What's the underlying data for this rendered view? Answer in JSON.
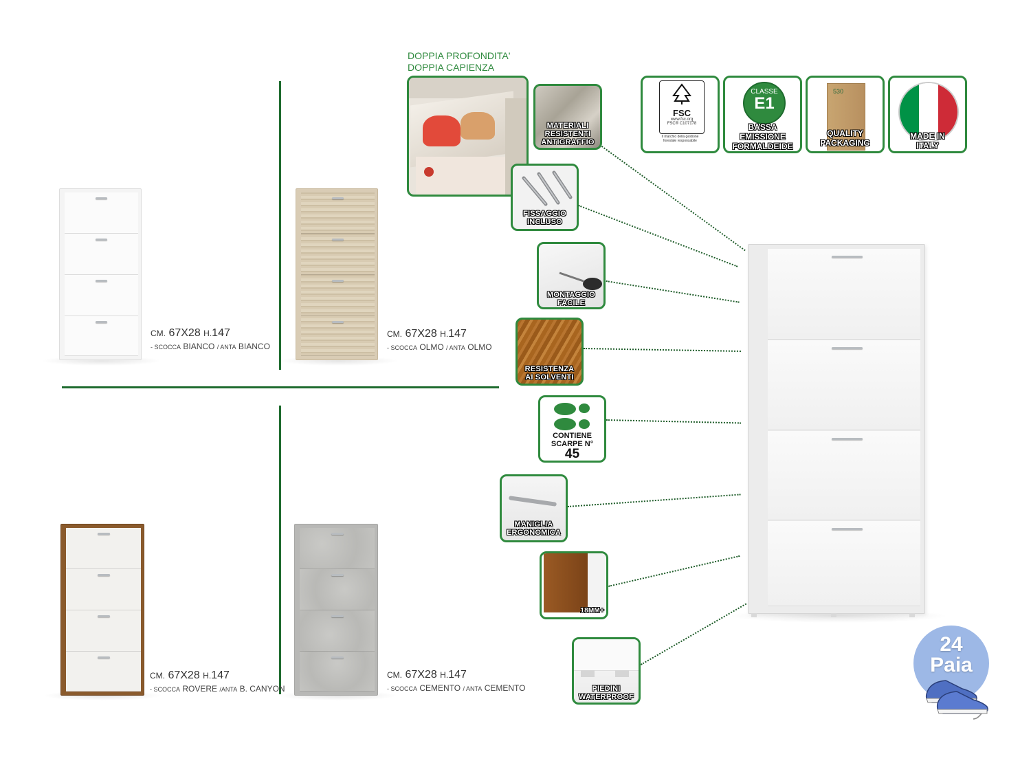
{
  "header": {
    "deep_line1": "DOPPIA PROFONDITA'",
    "deep_line2": "DOPPIA CAPIENZA"
  },
  "variants": [
    {
      "dim_cm": "CM.",
      "dim_size": "67X28",
      "dim_h": "H.",
      "dim_height": "147",
      "sub_scocca": "- SCOCCA",
      "sub_body": "BIANCO",
      "sub_anta": "/ ANTA",
      "sub_door": "BIANCO"
    },
    {
      "dim_cm": "CM.",
      "dim_size": "67X28",
      "dim_h": "H.",
      "dim_height": "147",
      "sub_scocca": "- SCOCCA",
      "sub_body": "OLMO",
      "sub_anta": "/ ANTA",
      "sub_door": "OLMO"
    },
    {
      "dim_cm": "CM.",
      "dim_size": "67X28",
      "dim_h": "H.",
      "dim_height": "147",
      "sub_scocca": "- SCOCCA",
      "sub_body": "ROVERE",
      "sub_anta": "/ANTA",
      "sub_door": "B. CANYON"
    },
    {
      "dim_cm": "CM.",
      "dim_size": "67X28",
      "dim_h": "H.",
      "dim_height": "147",
      "sub_scocca": "- SCOCCA",
      "sub_body": "CEMENTO",
      "sub_anta": "/ ANTA",
      "sub_door": "CEMENTO"
    }
  ],
  "features": {
    "materiali": [
      "MATERIALI",
      "RESISTENTI",
      "ANTIGRAFFIO"
    ],
    "fissaggio": [
      "FISSAGGIO",
      "INCLUSO"
    ],
    "montaggio": [
      "MONTAGGIO",
      "FACILE"
    ],
    "resistenza": [
      "RESISTENZA",
      "AI SOLVENTI"
    ],
    "contiene": [
      "CONTIENE",
      "SCARPE N°"
    ],
    "contiene_number": "45",
    "maniglia": [
      "MANIGLIA",
      "ERGONOMICA"
    ],
    "spessore": "18MM+",
    "piedini": [
      "PIEDINI",
      "WATERPROOF"
    ]
  },
  "badges": {
    "fsc_logo": "FSC",
    "fsc_site": "www.fsc.org",
    "fsc_code": "FSC® C107178",
    "fsc_note": "Il marchio della gestione forestale responsabile",
    "classe_label": "CLASSE",
    "classe_value": "E1",
    "bassa": [
      "BASSA",
      "EMISSIONE",
      "FORMALDEIDE"
    ],
    "box_code": "530",
    "quality": [
      "QUALITY",
      "PACKAGING"
    ],
    "made": [
      "MADE IN",
      "ITALY"
    ]
  },
  "paia": {
    "number": "24",
    "label": "Paia"
  },
  "colors": {
    "green_dark": "#1e6b2e",
    "green_border": "#2f8a3e",
    "paia_blue": "#9db8e6"
  }
}
